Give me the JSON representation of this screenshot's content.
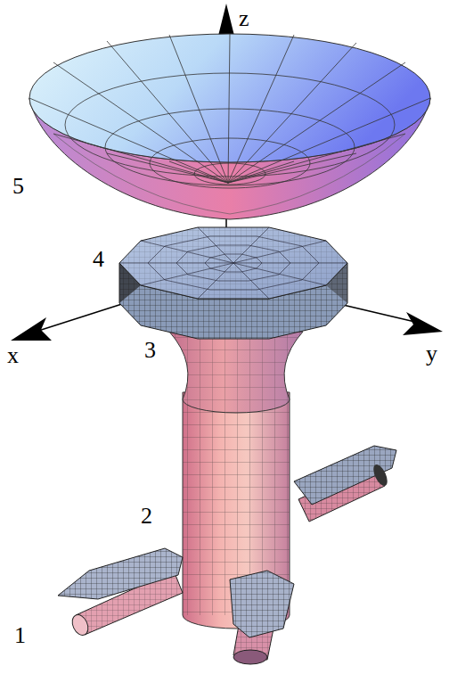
{
  "diagram": {
    "labels": [
      "z",
      "5",
      "4",
      "x",
      "y",
      "3",
      "2",
      "1"
    ]
  }
}
